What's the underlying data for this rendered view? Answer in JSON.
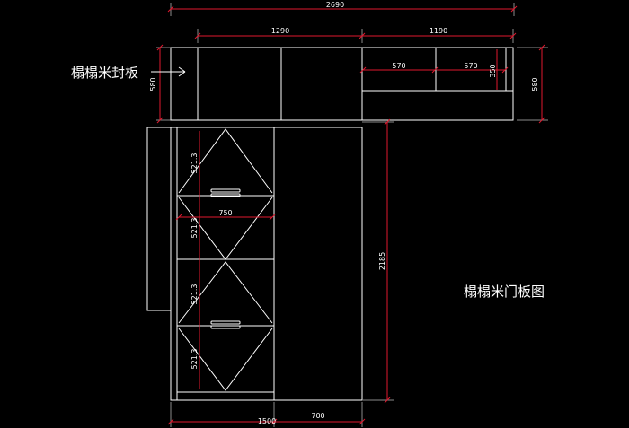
{
  "dimensions": {
    "total_width": "2690",
    "top_left_width": "1290",
    "top_right_width": "1190",
    "shelf_width_a": "570",
    "shelf_width_b": "570",
    "shelf_height": "350",
    "top_height_left": "580",
    "top_height_right": "580",
    "door_panel_1": "521.3",
    "door_panel_2": "521.3",
    "door_panel_3": "521.3",
    "door_panel_4": "521.3",
    "door_width": "750",
    "tall_height": "2185",
    "bottom_left_width": "1500",
    "bottom_right_width": "700"
  },
  "labels": {
    "seal_board": "榻榻米封板",
    "door_board": "榻榻米门板图"
  },
  "colors": {
    "background": "#000000",
    "line": "#ffffff",
    "dimension": "#e0182e"
  }
}
